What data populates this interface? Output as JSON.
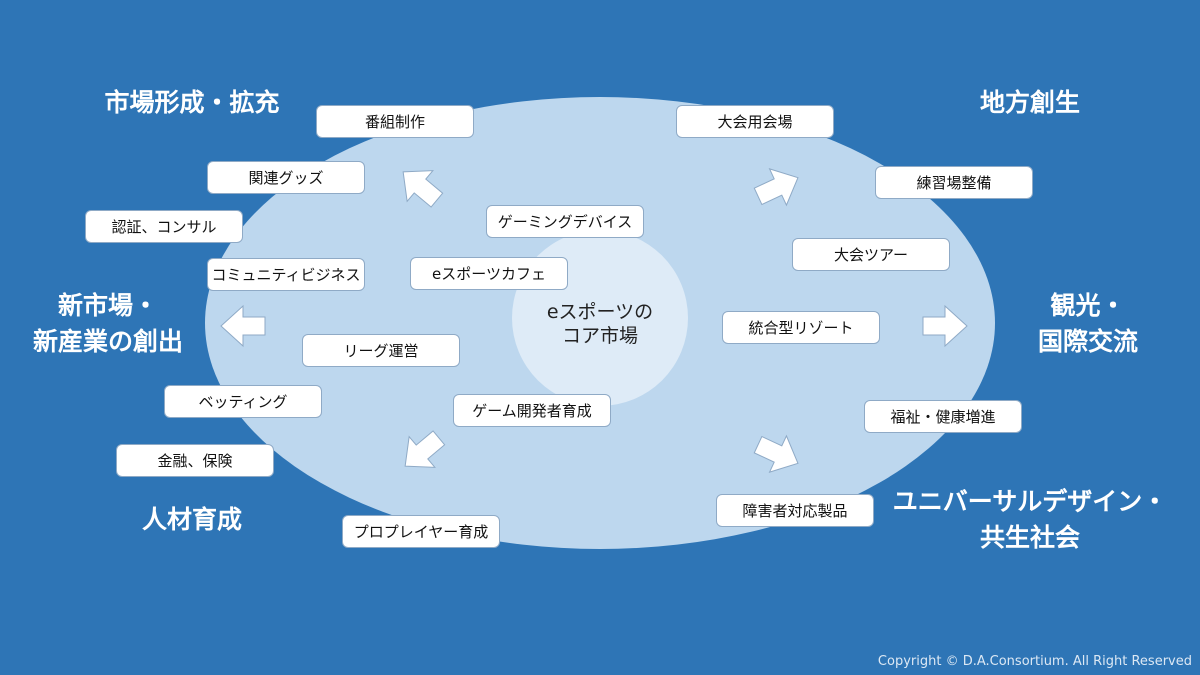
{
  "core": {
    "line1": "eスポーツの",
    "line2": "コア市場"
  },
  "categories": {
    "market": "市場形成・拡充",
    "regional": "地方創生",
    "new_industry_line1": "新市場・",
    "new_industry_line2": "新産業の創出",
    "tourism_line1": "観光・",
    "tourism_line2": "国際交流",
    "talent": "人材育成",
    "universal_line1": "ユニバーサルデザイン・",
    "universal_line2": "共生社会"
  },
  "items": [
    "番組制作",
    "大会用会場",
    "関連グッズ",
    "練習場整備",
    "認証、コンサル",
    "ゲーミングデバイス",
    "大会ツアー",
    "コミュニティビジネス",
    "eスポーツカフェ",
    "統合型リゾート",
    "リーグ運営",
    "ベッティング",
    "ゲーム開発者育成",
    "福祉・健康増進",
    "金融、保険",
    "障害者対応製品",
    "プロプレイヤー育成"
  ],
  "copyright": "Copyright © D.A.Consortium. All Right Reserved",
  "colors": {
    "background": "#2e75b6",
    "ellipse": "#bdd7ee",
    "core": "#deebf7"
  }
}
